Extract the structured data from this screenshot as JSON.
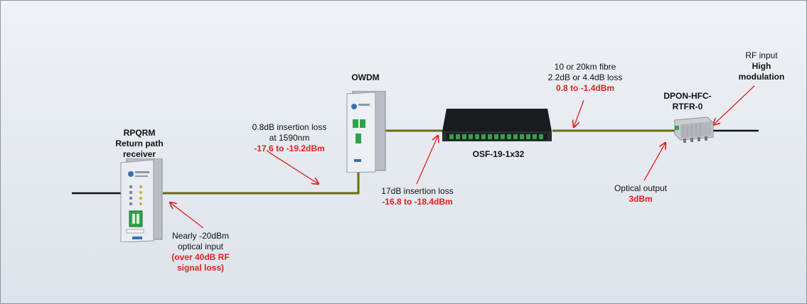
{
  "devices": {
    "rpqrm": {
      "title_lines": [
        "RPQRM",
        "Return path",
        "receiver"
      ]
    },
    "owdm": {
      "title": "OWDM"
    },
    "osf": {
      "title": "OSF-19-1x32"
    },
    "dpon": {
      "title_lines": [
        "DPON-HFC-",
        "RTFR-0"
      ]
    }
  },
  "annotations": {
    "rpqrm_input": {
      "lines": [
        "Nearly -20dBm",
        "optical input"
      ],
      "red_lines": [
        "(over 40dB RF",
        "signal loss)"
      ]
    },
    "owdm_loss": {
      "lines": [
        "0.8dB insertion loss",
        "at 1590nm"
      ],
      "red": "-17.6 to -19.2dBm"
    },
    "splitter_loss": {
      "line": "17dB insertion loss",
      "red": "-16.8 to -18.4dBm"
    },
    "fibre": {
      "lines": [
        "10 or 20km fibre",
        "2.2dB or 4.4dB loss"
      ],
      "red": "0.8 to -1.4dBm"
    },
    "optical_output": {
      "line": "Optical output",
      "red": "3dBm"
    },
    "rf_input": {
      "line": "RF input",
      "bold_lines": [
        "High",
        "modulation"
      ]
    }
  },
  "colors": {
    "fiber": "#6b6b10",
    "cable": "#111111",
    "arrow": "#e02020",
    "value": "#e02020"
  }
}
